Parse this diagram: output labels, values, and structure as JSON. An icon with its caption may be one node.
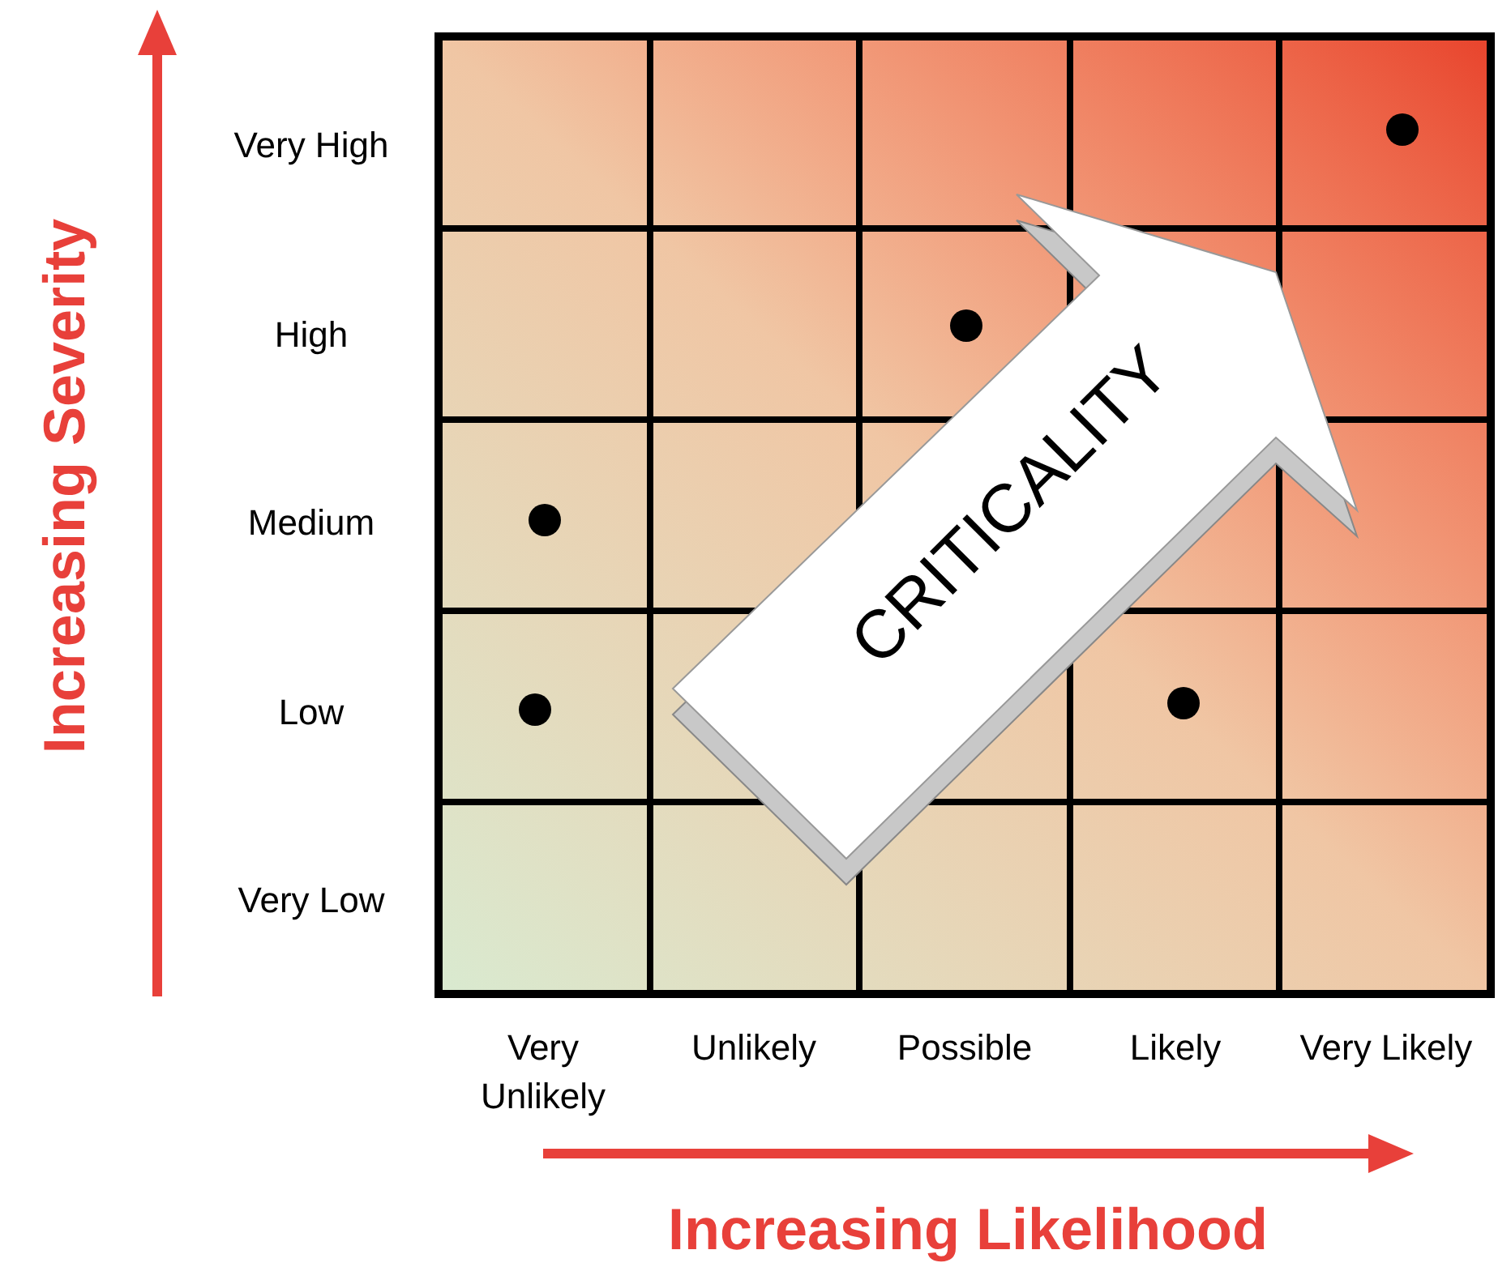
{
  "diagram": {
    "labels": [
      "Very High",
      "High",
      "Medium",
      "Low",
      "Very Low",
      "Very Unlikely",
      "Unlikely",
      "Possible",
      "Likely",
      "Very Likely",
      "Increasing Severity",
      "Increasing Likelihood",
      "CRITICALITY"
    ]
  }
}
